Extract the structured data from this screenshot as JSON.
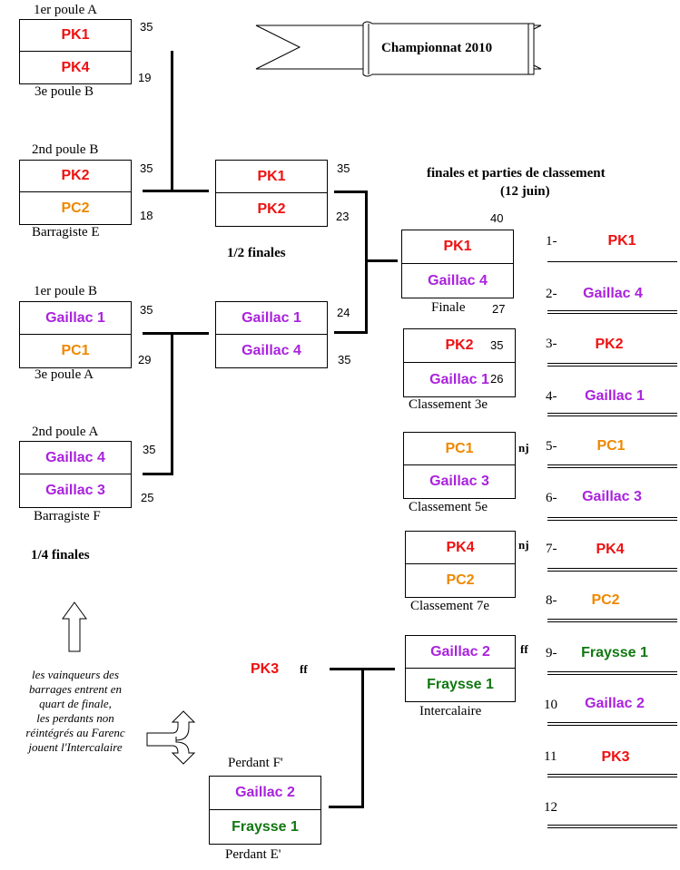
{
  "colors": {
    "PK": "#ee1111",
    "PC": "#ee8800",
    "Gaillac": "#aa22dd",
    "Fraysse": "#117711"
  },
  "banner": {
    "title": "Championnat 2010"
  },
  "quarter_finals": {
    "label": "1/4 finales",
    "matches": [
      {
        "top_caption": "1er poule A",
        "bottom_caption": "3e poule B",
        "team1": "PK1",
        "team2": "PK4",
        "score1": "35",
        "score2": "19"
      },
      {
        "top_caption": "2nd poule B",
        "bottom_caption": "Barragiste E",
        "team1": "PK2",
        "team2": "PC2",
        "score1": "35",
        "score2": "18"
      },
      {
        "top_caption": "1er poule B",
        "bottom_caption": "3e poule A",
        "team1": "Gaillac 1",
        "team2": "PC1",
        "score1": "35",
        "score2": "29"
      },
      {
        "top_caption": "2nd poule A",
        "bottom_caption": "Barragiste F",
        "team1": "Gaillac 4",
        "team2": "Gaillac 3",
        "score1": "35",
        "score2": "25"
      }
    ]
  },
  "semi_finals": {
    "label": "1/2 finales",
    "matches": [
      {
        "team1": "PK1",
        "team2": "PK2",
        "score1": "35",
        "score2": "23"
      },
      {
        "team1": "Gaillac 1",
        "team2": "Gaillac 4",
        "score1": "24",
        "score2": "35"
      }
    ]
  },
  "finals_heading": {
    "line1": "finales et parties de classement",
    "line2": "(12 juin)"
  },
  "classification_matches": [
    {
      "caption": "Finale",
      "team1": "PK1",
      "team2": "Gaillac 4",
      "score1": "40",
      "score2": "27"
    },
    {
      "caption": "Classement 3e",
      "team1": "PK2",
      "team2": "Gaillac 1",
      "score1": "35",
      "score2": "26"
    },
    {
      "caption": "Classement 5e",
      "team1": "PC1",
      "team2": "Gaillac 3",
      "mark": "nj"
    },
    {
      "caption": "Classement 7e",
      "team1": "PK4",
      "team2": "PC2",
      "mark": "nj"
    },
    {
      "caption": "Intercalaire",
      "team1": "Gaillac 2",
      "team2": "Fraysse 1",
      "mark": "ff"
    }
  ],
  "intercalaire_qualifiers": {
    "upper_team": "PK3",
    "upper_mark": "ff",
    "lower_top_caption": "Perdant F'",
    "lower_bottom_caption": "Perdant E'",
    "lower_team1": "Gaillac 2",
    "lower_team2": "Fraysse 1"
  },
  "note": {
    "lines": [
      "les vainqueurs des",
      "barrages entrent en",
      "quart de finale,",
      "les perdants non",
      "réintégrés au Farenc",
      "jouent l'Intercalaire"
    ],
    "up_arrow_icon": "up-arrow-icon",
    "split_arrow_icon": "split-arrow-icon"
  },
  "ranking": [
    {
      "pos": "1-",
      "team": "PK1"
    },
    {
      "pos": "2-",
      "team": "Gaillac 4"
    },
    {
      "pos": "3-",
      "team": "PK2"
    },
    {
      "pos": "4-",
      "team": "Gaillac 1"
    },
    {
      "pos": "5-",
      "team": "PC1"
    },
    {
      "pos": "6-",
      "team": "Gaillac 3"
    },
    {
      "pos": "7-",
      "team": "PK4"
    },
    {
      "pos": "8-",
      "team": "PC2"
    },
    {
      "pos": "9-",
      "team": "Fraysse 1"
    },
    {
      "pos": "10",
      "team": "Gaillac 2"
    },
    {
      "pos": "11",
      "team": "PK3"
    },
    {
      "pos": "12",
      "team": ""
    }
  ]
}
